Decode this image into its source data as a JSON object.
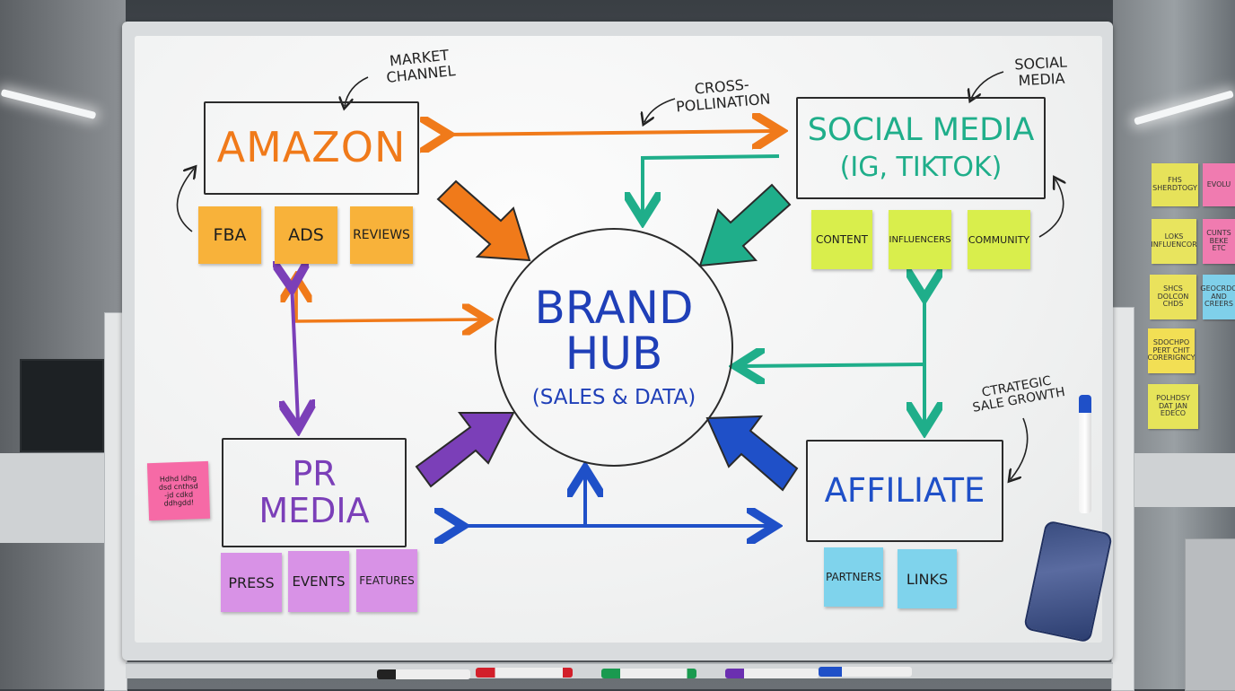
{
  "board": {
    "hub": {
      "line1": "BRAND",
      "line2": "HUB",
      "line3": "(SALES & DATA)"
    },
    "amazon": {
      "title": "AMAZON",
      "annotation": [
        "MARKET",
        "CHANNEL"
      ],
      "notes": [
        "FBA",
        "ADS",
        "REVIEWS"
      ]
    },
    "social": {
      "title": "SOCIAL MEDIA",
      "subtitle": "(IG, TIKTOK)",
      "annotation": [
        "SOCIAL",
        "MEDIA"
      ],
      "notes": [
        "CONTENT",
        "INFLUENCERS",
        "COMMUNITY"
      ]
    },
    "pr": {
      "title_line1": "PR",
      "title_line2": "MEDIA",
      "notes": [
        "PRESS",
        "EVENTS",
        "FEATURES"
      ],
      "side_note": [
        "Hdhd ldhg",
        "dsd cnthsd",
        "-jd cdkd",
        "ddhgdd!"
      ]
    },
    "affiliate": {
      "title": "AFFILIATE",
      "annotation": [
        "CTRATEGIC",
        "SALE GROWTH"
      ],
      "notes": [
        "PARTNERS",
        "LINKS"
      ]
    },
    "cross": [
      "CROSS-",
      "POLLINATION"
    ]
  },
  "wall_notes": [
    {
      "text": "FHS SHERDTOGY",
      "color": "#e6e25a"
    },
    {
      "text": "EVOLU",
      "color": "#f07bb0"
    },
    {
      "text": "LOKS INFLUENCOR",
      "color": "#e8e45e"
    },
    {
      "text": "CUNTS BEKE ETC",
      "color": "#f07bb0"
    },
    {
      "text": "SHCS DOLCON CHDS",
      "color": "#eae25c"
    },
    {
      "text": "GEOCRDO AND CREERS",
      "color": "#7fd0ea"
    },
    {
      "text": "SDOCHPO PERT CHIT CORERIGNCY",
      "color": "#f2df54"
    },
    {
      "text": "POLHDSY DAT JAN EDECO",
      "color": "#e6e45a"
    }
  ],
  "colors": {
    "orange": "#f07a1a",
    "teal": "#1fae8a",
    "purple": "#7b3fb8",
    "blue": "#1f50c8",
    "note_orange": "#f8b23a",
    "note_green": "#d9ee4c",
    "note_purple": "#d892e6",
    "note_cyan": "#7fd3ec",
    "note_pink": "#f66aa6"
  }
}
